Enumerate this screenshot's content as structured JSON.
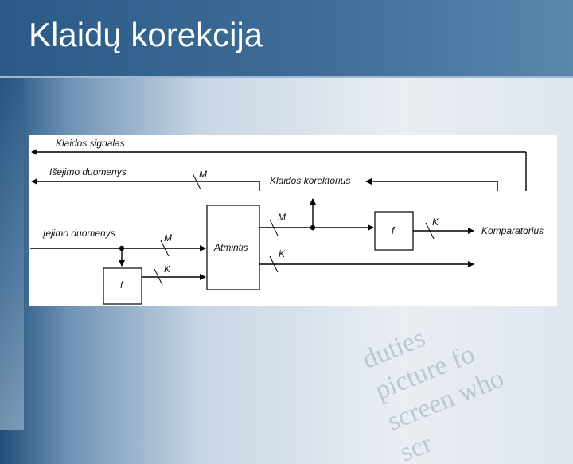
{
  "slide": {
    "title": "Klaidų korekcija"
  },
  "diagram": {
    "labels": {
      "klaidos_signalas": "Klaidos signalas",
      "isejimo_duomenys": "Išėjimo duomenys",
      "iejimo_duomenys": "Įėjimo duomenys",
      "klaidos_korektorius": "Klaidos korektorius",
      "atmintis": "Atmintis",
      "komparatorius": "Komparatorius",
      "f_lower": "f",
      "f_upper": "f",
      "m_top": "M",
      "m_input": "M",
      "m_mem_out": "M",
      "k_lower": "K",
      "k_mem_out": "K",
      "k_after_f": "K"
    }
  },
  "watermark": {
    "lines": [
      "duties",
      "picture fo",
      "screen who",
      "scr"
    ]
  }
}
